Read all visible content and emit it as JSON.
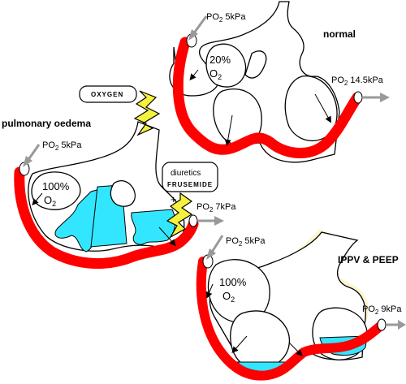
{
  "panels": {
    "normal": {
      "title": "normal",
      "po2_in_label": "PO",
      "po2_in_sub": "2",
      "po2_in_value": " 5kPa",
      "po2_out_label": "PO",
      "po2_out_sub": "2",
      "po2_out_value": " 14.5kPa",
      "inspired_pct": "20%",
      "inspired_gas": "O",
      "inspired_sub": "2"
    },
    "oedema": {
      "title": "pulmonary oedema",
      "po2_in_label": "PO",
      "po2_in_sub": "2",
      "po2_in_value": " 5kPa",
      "po2_out_label": "PO",
      "po2_out_sub": "2",
      "po2_out_value": " 7kPa",
      "inspired_pct": "100%",
      "inspired_gas": "O",
      "inspired_sub": "2",
      "oxygen_box": "OXYGEN",
      "diuretics_label": "diuretics",
      "frusemide_label": "FRUSEMIDE",
      "plus_sign": "+"
    },
    "ippv": {
      "title": "IPPV & PEEP",
      "po2_in_label": "PO",
      "po2_in_sub": "2",
      "po2_in_value": " 5kPa",
      "po2_out_label": "PO",
      "po2_out_sub": "2",
      "po2_out_value": " 9kPa",
      "inspired_pct": "100%",
      "inspired_gas": "O",
      "inspired_sub": "2"
    }
  },
  "colors": {
    "vessel": "#ff0000",
    "fluid": "#33e6ff",
    "edema_tint": "#fbf6cf",
    "bolt": "#f4f23c",
    "arrow": "#999999"
  }
}
